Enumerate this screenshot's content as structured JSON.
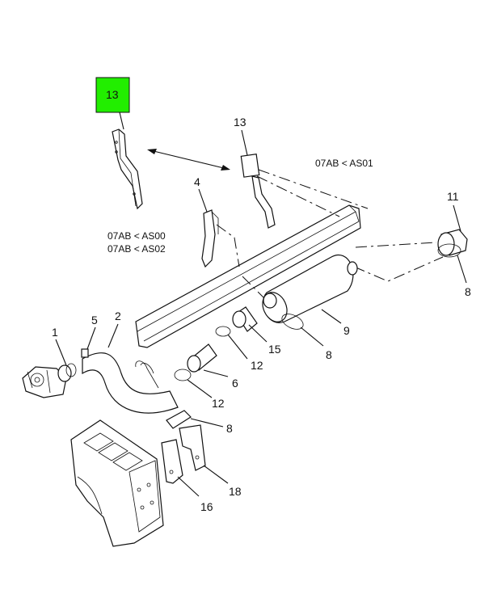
{
  "highlight": {
    "label": "13",
    "color": "#22ee00"
  },
  "callouts": {
    "c1": "1",
    "c2": "2",
    "c4": "4",
    "c5": "5",
    "c6": "6",
    "c8a": "8",
    "c8b": "8",
    "c8c": "8",
    "c9": "9",
    "c11": "11",
    "c12a": "12",
    "c12b": "12",
    "c13": "13",
    "c15": "15",
    "c16": "16",
    "c18": "18"
  },
  "codes": {
    "as01": "07AB < AS01",
    "as00": "07AB < AS00",
    "as02": "07AB < AS02"
  }
}
